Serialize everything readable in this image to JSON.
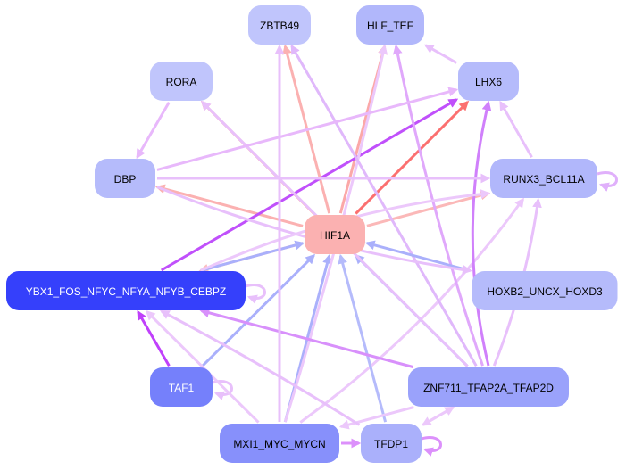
{
  "diagram": {
    "type": "directed-network",
    "nodes": [
      {
        "id": "ZBTB49",
        "label": "ZBTB49",
        "fill": "#c0c5fc",
        "text": "#000000"
      },
      {
        "id": "HLF_TEF",
        "label": "HLF_TEF",
        "fill": "#b1b7fb",
        "text": "#000000"
      },
      {
        "id": "RORA",
        "label": "RORA",
        "fill": "#c0c5fc",
        "text": "#000000"
      },
      {
        "id": "LHX6",
        "label": "LHX6",
        "fill": "#b5bbfb",
        "text": "#000000"
      },
      {
        "id": "DBP",
        "label": "DBP",
        "fill": "#b5bbfb",
        "text": "#000000"
      },
      {
        "id": "RUNX3_BCL11A",
        "label": "RUNX3_BCL11A",
        "fill": "#b1b7fb",
        "text": "#000000"
      },
      {
        "id": "HIF1A",
        "label": "HIF1A",
        "fill": "#fbb1b1",
        "text": "#000000"
      },
      {
        "id": "YBX1_FOS_NFYC_NFYA_NFYB_CEBPZ",
        "label": "YBX1_FOS_NFYC_NFYA_NFYB_CEBPZ",
        "fill": "#3540fb",
        "text": "#ffffff"
      },
      {
        "id": "HOXB2_UNCX_HOXD3",
        "label": "HOXB2_UNCX_HOXD3",
        "fill": "#b5bbfb",
        "text": "#000000"
      },
      {
        "id": "TAF1",
        "label": "TAF1",
        "fill": "#7580fb",
        "text": "#ffffff"
      },
      {
        "id": "ZNF711_TFAP2A_TFAP2D",
        "label": "ZNF711_TFAP2A_TFAP2D",
        "fill": "#9aa2fb",
        "text": "#000000"
      },
      {
        "id": "MXI1_MYC_MYCN",
        "label": "MXI1_MYC_MYCN",
        "fill": "#8790fb",
        "text": "#000000"
      },
      {
        "id": "TFDP1",
        "label": "TFDP1",
        "fill": "#aab0fb",
        "text": "#000000"
      }
    ],
    "edges": [
      {
        "from": "HIF1A",
        "to": "ZBTB49",
        "color": "#fbb1b1"
      },
      {
        "from": "HIF1A",
        "to": "HLF_TEF",
        "color": "#fba8a8"
      },
      {
        "from": "HIF1A",
        "to": "RORA",
        "color": "#fb9c9c"
      },
      {
        "from": "HIF1A",
        "to": "LHX6",
        "color": "#fb7070"
      },
      {
        "from": "HIF1A",
        "to": "DBP",
        "color": "#fbb1b1"
      },
      {
        "from": "HIF1A",
        "to": "RUNX3_BCL11A",
        "color": "#fbb8b8"
      },
      {
        "from": "HIF1A",
        "to": "YBX1_FOS_NFYC_NFYA_NFYB_CEBPZ",
        "color": "#fbc0c0"
      },
      {
        "from": "YBX1_FOS_NFYC_NFYA_NFYB_CEBPZ",
        "to": "HIF1A",
        "color": "#aab0fb"
      },
      {
        "from": "YBX1_FOS_NFYC_NFYA_NFYB_CEBPZ",
        "to": "LHX6",
        "color": "#c050fb"
      },
      {
        "from": "YBX1_FOS_NFYC_NFYA_NFYB_CEBPZ",
        "to": "YBX1_FOS_NFYC_NFYA_NFYB_CEBPZ",
        "color": "#e8c0fb"
      },
      {
        "from": "TAF1",
        "to": "YBX1_FOS_NFYC_NFYA_NFYB_CEBPZ",
        "color": "#c040fb"
      },
      {
        "from": "TAF1",
        "to": "HIF1A",
        "color": "#aab0fb"
      },
      {
        "from": "TAF1",
        "to": "TAF1",
        "color": "#e8c0fb"
      },
      {
        "from": "MXI1_MYC_MYCN",
        "to": "HIF1A",
        "color": "#aab0fb"
      },
      {
        "from": "MXI1_MYC_MYCN",
        "to": "YBX1_FOS_NFYC_NFYA_NFYB_CEBPZ",
        "color": "#ecc8fb"
      },
      {
        "from": "MXI1_MYC_MYCN",
        "to": "HLF_TEF",
        "color": "#ecc8fb"
      },
      {
        "from": "MXI1_MYC_MYCN",
        "to": "RUNX3_BCL11A",
        "color": "#ecc8fb"
      },
      {
        "from": "MXI1_MYC_MYCN",
        "to": "TFDP1",
        "color": "#dc90fb"
      },
      {
        "from": "TFDP1",
        "to": "HIF1A",
        "color": "#b5bbfb"
      },
      {
        "from": "TFDP1",
        "to": "TFDP1",
        "color": "#dc90fb"
      },
      {
        "from": "ZNF711_TFAP2A_TFAP2D",
        "to": "HIF1A",
        "color": "#aab0fb"
      },
      {
        "from": "ZNF711_TFAP2A_TFAP2D",
        "to": "YBX1_FOS_NFYC_NFYA_NFYB_CEBPZ",
        "color": "#d890fb"
      },
      {
        "from": "ZNF711_TFAP2A_TFAP2D",
        "to": "LHX6",
        "color": "#d080fb"
      },
      {
        "from": "ZNF711_TFAP2A_TFAP2D",
        "to": "HLF_TEF",
        "color": "#e0a8fb"
      },
      {
        "from": "ZNF711_TFAP2A_TFAP2D",
        "to": "RUNX3_BCL11A",
        "color": "#e8c0fb"
      },
      {
        "from": "ZNF711_TFAP2A_TFAP2D",
        "to": "ZBTB49",
        "color": "#e0b8fb"
      },
      {
        "from": "ZNF711_TFAP2A_TFAP2D",
        "to": "RORA",
        "color": "#e8c0fb"
      },
      {
        "from": "ZNF711_TFAP2A_TFAP2D",
        "to": "TFDP1",
        "color": "#ecc8fb"
      },
      {
        "from": "ZNF711_TFAP2A_TFAP2D",
        "to": "MXI1_MYC_MYCN",
        "color": "#ecc8fb"
      },
      {
        "from": "HOXB2_UNCX_HOXD3",
        "to": "HIF1A",
        "color": "#aab0fb"
      },
      {
        "from": "DBP",
        "to": "HOXB2_UNCX_HOXD3",
        "color": "#e8c0fb"
      },
      {
        "from": "DBP",
        "to": "RUNX3_BCL11A",
        "color": "#e8c0fb"
      },
      {
        "from": "DBP",
        "to": "LHX6",
        "color": "#e8b8fb"
      },
      {
        "from": "RORA",
        "to": "DBP",
        "color": "#e8b8fb"
      },
      {
        "from": "LHX6",
        "to": "HLF_TEF",
        "color": "#e8c0fb"
      },
      {
        "from": "RUNX3_BCL11A",
        "to": "LHX6",
        "color": "#e8c0fb"
      },
      {
        "from": "RUNX3_BCL11A",
        "to": "RUNX3_BCL11A",
        "color": "#e0b0fb"
      },
      {
        "from": "YBX1_FOS_NFYC_NFYA_NFYB_CEBPZ",
        "to": "RUNX3_BCL11A",
        "color": "#ecc8fb"
      },
      {
        "from": "TFDP1",
        "to": "YBX1_FOS_NFYC_NFYA_NFYB_CEBPZ",
        "color": "#e8c0fb"
      },
      {
        "from": "TFDP1",
        "to": "ZNF711_TFAP2A_TFAP2D",
        "color": "#ecc8fb"
      },
      {
        "from": "MXI1_MYC_MYCN",
        "to": "ZBTB49",
        "color": "#e8c0fb"
      }
    ]
  }
}
